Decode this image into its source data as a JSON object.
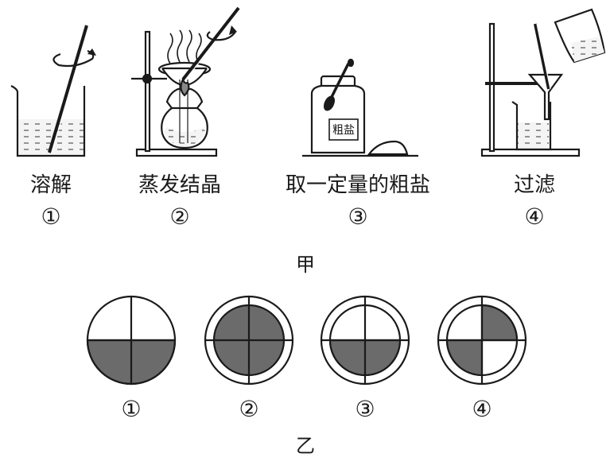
{
  "figure_jia": {
    "caption": "甲",
    "steps": [
      {
        "label": "溶解",
        "number": "①"
      },
      {
        "label": "蒸发结晶",
        "number": "②"
      },
      {
        "label": "取一定量的粗盐",
        "number": "③",
        "jar_label": "粗盐"
      },
      {
        "label": "过滤",
        "number": "④"
      }
    ]
  },
  "figure_yi": {
    "caption": "乙",
    "papers": [
      {
        "number": "①"
      },
      {
        "number": "②"
      },
      {
        "number": "③"
      },
      {
        "number": "④"
      }
    ]
  },
  "colors": {
    "ink": "#1a1a1a",
    "shade": "#6b6b6b",
    "liquid": "#f4f4f4"
  }
}
